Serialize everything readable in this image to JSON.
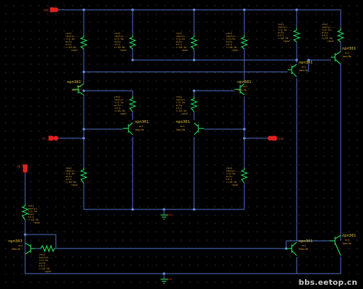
{
  "resistor_label": {
    "name": "res1",
    "lines": [
      "rpoly=...",
      "l=3.4u",
      "w=2u",
      "nf=1",
      "r=18.5k",
      "rppd"
    ]
  },
  "npn_label": {
    "model": "npn301",
    "name": "nv1",
    "area": "1mm=3m"
  },
  "pin_labels": {
    "supply": "vdd",
    "ground": "gnd",
    "left_input": "in",
    "right_output": "out",
    "bias": "ib"
  },
  "watermark": "bbs.eetop.cn"
}
